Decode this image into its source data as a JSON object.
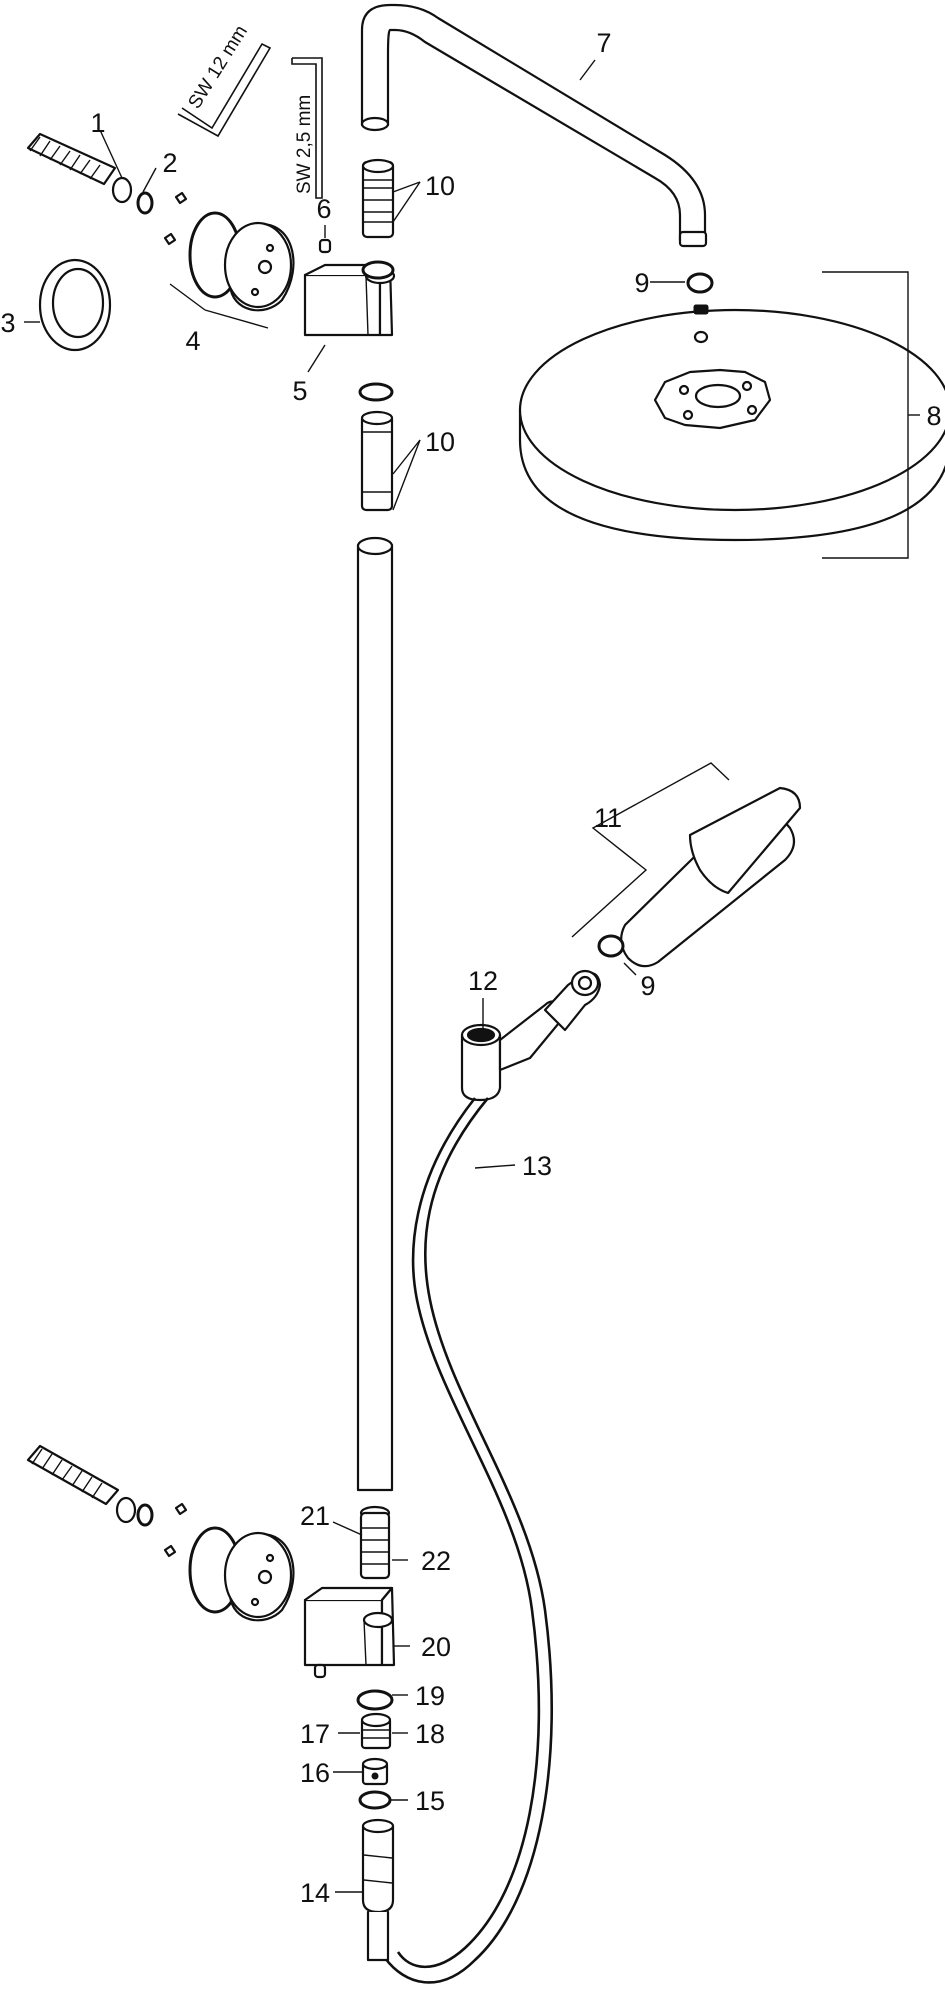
{
  "tools": {
    "wrench": "SW 12 mm",
    "hex_key": "SW 2,5 mm"
  },
  "labels": {
    "l1": "1",
    "l2": "2",
    "l3": "3",
    "l4": "4",
    "l5": "5",
    "l6": "6",
    "l7": "7",
    "l8": "8",
    "l9a": "9",
    "l9b": "9",
    "l10a": "10",
    "l10b": "10",
    "l11": "11",
    "l12": "12",
    "l13": "13",
    "l14": "14",
    "l15": "15",
    "l16": "16",
    "l17": "17",
    "l18": "18",
    "l19": "19",
    "l20": "20",
    "l21": "21",
    "l22": "22"
  },
  "colors": {
    "ink": "#111111",
    "paper": "#ffffff"
  }
}
